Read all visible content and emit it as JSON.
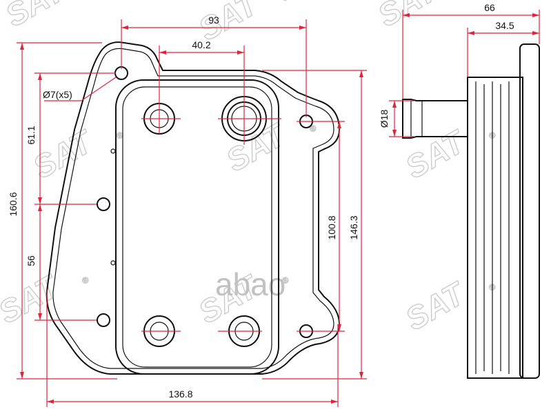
{
  "watermark": {
    "text": "SAT",
    "registered": "®"
  },
  "logo": {
    "text": "abao"
  },
  "colors": {
    "dimension_line": "#e0253b",
    "outline": "#111111",
    "watermark": "#c9c9c9",
    "background": "#ffffff"
  },
  "dimensions": {
    "top_width": "93",
    "hole_spacing": "40.2",
    "bolt_hole": "Ø7(x5)",
    "side_upper": "61.1",
    "overall_height": "160.6",
    "side_lower": "56",
    "bottom_width": "136.8",
    "inner_height": "100.8",
    "outer_height": "146.3",
    "pipe_diameter": "Ø18",
    "side_depth": "66",
    "side_body": "34.5"
  }
}
